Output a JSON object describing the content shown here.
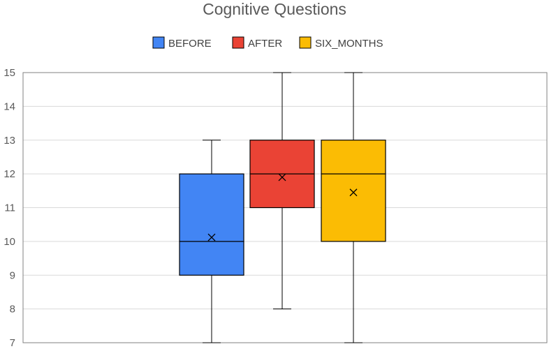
{
  "chart_data": {
    "type": "box",
    "title": "Cognitive Questions",
    "xlabel": "",
    "ylabel": "",
    "ylim": [
      7,
      15
    ],
    "yticks": [
      "7",
      "8",
      "9",
      "10",
      "11",
      "12",
      "13",
      "14",
      "15"
    ],
    "grid": true,
    "legend_position": "top",
    "series": [
      {
        "name": "BEFORE",
        "color": "#4285F4",
        "min": 7,
        "q1": 9,
        "median": 10,
        "q3": 12,
        "max": 13,
        "mean": 10.12
      },
      {
        "name": "AFTER",
        "color": "#EA4335",
        "min": 8,
        "q1": 11,
        "median": 12,
        "q3": 13,
        "max": 15,
        "mean": 11.9
      },
      {
        "name": "SIX_MONTHS",
        "color": "#FBBC04",
        "min": 7,
        "q1": 10,
        "median": 12,
        "q3": 13,
        "max": 15,
        "mean": 11.45
      }
    ]
  }
}
